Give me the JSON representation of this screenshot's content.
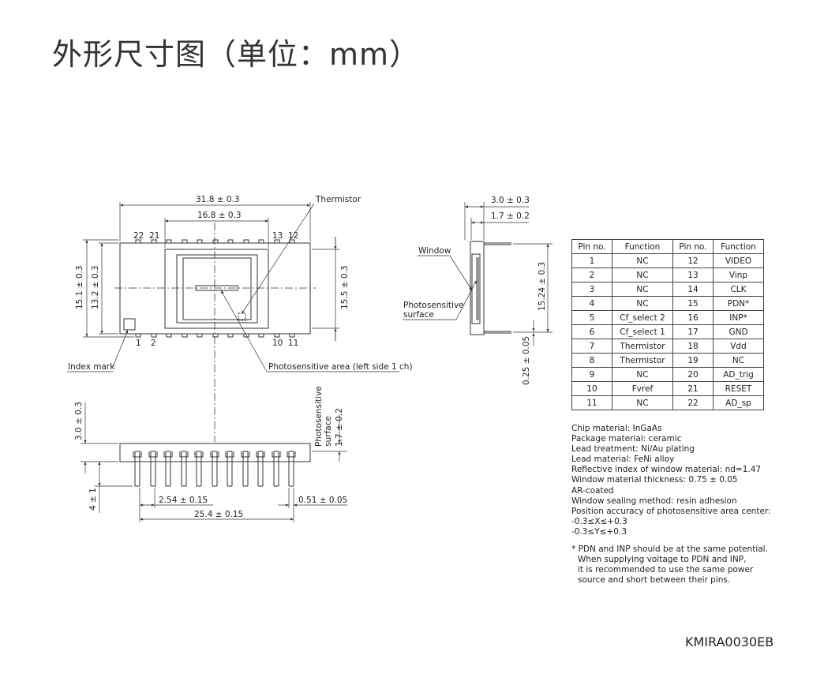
{
  "title": "外形尺寸图（单位：mm）",
  "doc_code": "KMIRA0030EB",
  "top_view": {
    "dim_width": "31.8 ± 0.3",
    "dim_inner": "16.8 ± 0.3",
    "dim_h1": "15.1 ± 0.3",
    "dim_h2": "13.2 ± 0.3",
    "dim_h3": "15.5 ± 0.3",
    "pin_22": "22",
    "pin_21": "21",
    "pin_13": "13",
    "pin_12": "12",
    "pin_1": "1",
    "pin_2": "2",
    "pin_10": "10",
    "pin_11": "11",
    "thermistor": "Thermistor",
    "index_mark": "Index mark",
    "photosensitive_area": "Photosensitive area (left side 1 ch)"
  },
  "side_view": {
    "dim_a": "3.0 ± 0.3",
    "dim_b": "1.7 ± 0.2",
    "dim_h": "15.24 ± 0.3",
    "dim_lead": "0.25 ± 0.05",
    "window": "Window",
    "photosensitive_1": "Photosensitive",
    "photosensitive_2": "surface"
  },
  "front_view": {
    "dim_height": "3.0 ± 0.3",
    "dim_leadlen": "4 ± 1",
    "dim_pitch": "2.54 ± 0.15",
    "dim_span": "25.4 ± 0.15",
    "dim_leadw": "0.51 ± 0.05",
    "dim_surface": "1.7 ± 0.2",
    "ps_1": "Photosensitive",
    "ps_2": "surface"
  },
  "pin_table": {
    "headers": [
      "Pin no.",
      "Function",
      "Pin no.",
      "Function"
    ],
    "rows": [
      [
        "1",
        "NC",
        "12",
        "VIDEO"
      ],
      [
        "2",
        "NC",
        "13",
        "Vinp"
      ],
      [
        "3",
        "NC",
        "14",
        "CLK"
      ],
      [
        "4",
        "NC",
        "15",
        "PDN*"
      ],
      [
        "5",
        "Cf_select 2",
        "16",
        "INP*"
      ],
      [
        "6",
        "Cf_select 1",
        "17",
        "GND"
      ],
      [
        "7",
        "Thermistor",
        "18",
        "Vdd"
      ],
      [
        "8",
        "Thermistor",
        "19",
        "NC"
      ],
      [
        "9",
        "NC",
        "20",
        "AD_trig"
      ],
      [
        "10",
        "Fvref",
        "21",
        "RESET"
      ],
      [
        "11",
        "NC",
        "22",
        "AD_sp"
      ]
    ]
  },
  "notes": [
    "Chip material: InGaAs",
    "Package material: ceramic",
    "Lead treatment: Ni/Au plating",
    "Lead material: FeNi alloy",
    "Reflective index of window material: nd=1.47",
    "Window material thickness: 0.75 ± 0.05",
    "AR-coated",
    "Window sealing method: resin adhesion",
    "Position accuracy of photosensitive area center:",
    "-0.3≤X≤+0.3",
    "-0.3≤Y≤+0.3"
  ],
  "footnote": [
    "* PDN and INP should be at the same potential.",
    "When supplying voltage to PDN and INP,",
    "it is recommended to use the same power",
    "source and short between their pins."
  ]
}
